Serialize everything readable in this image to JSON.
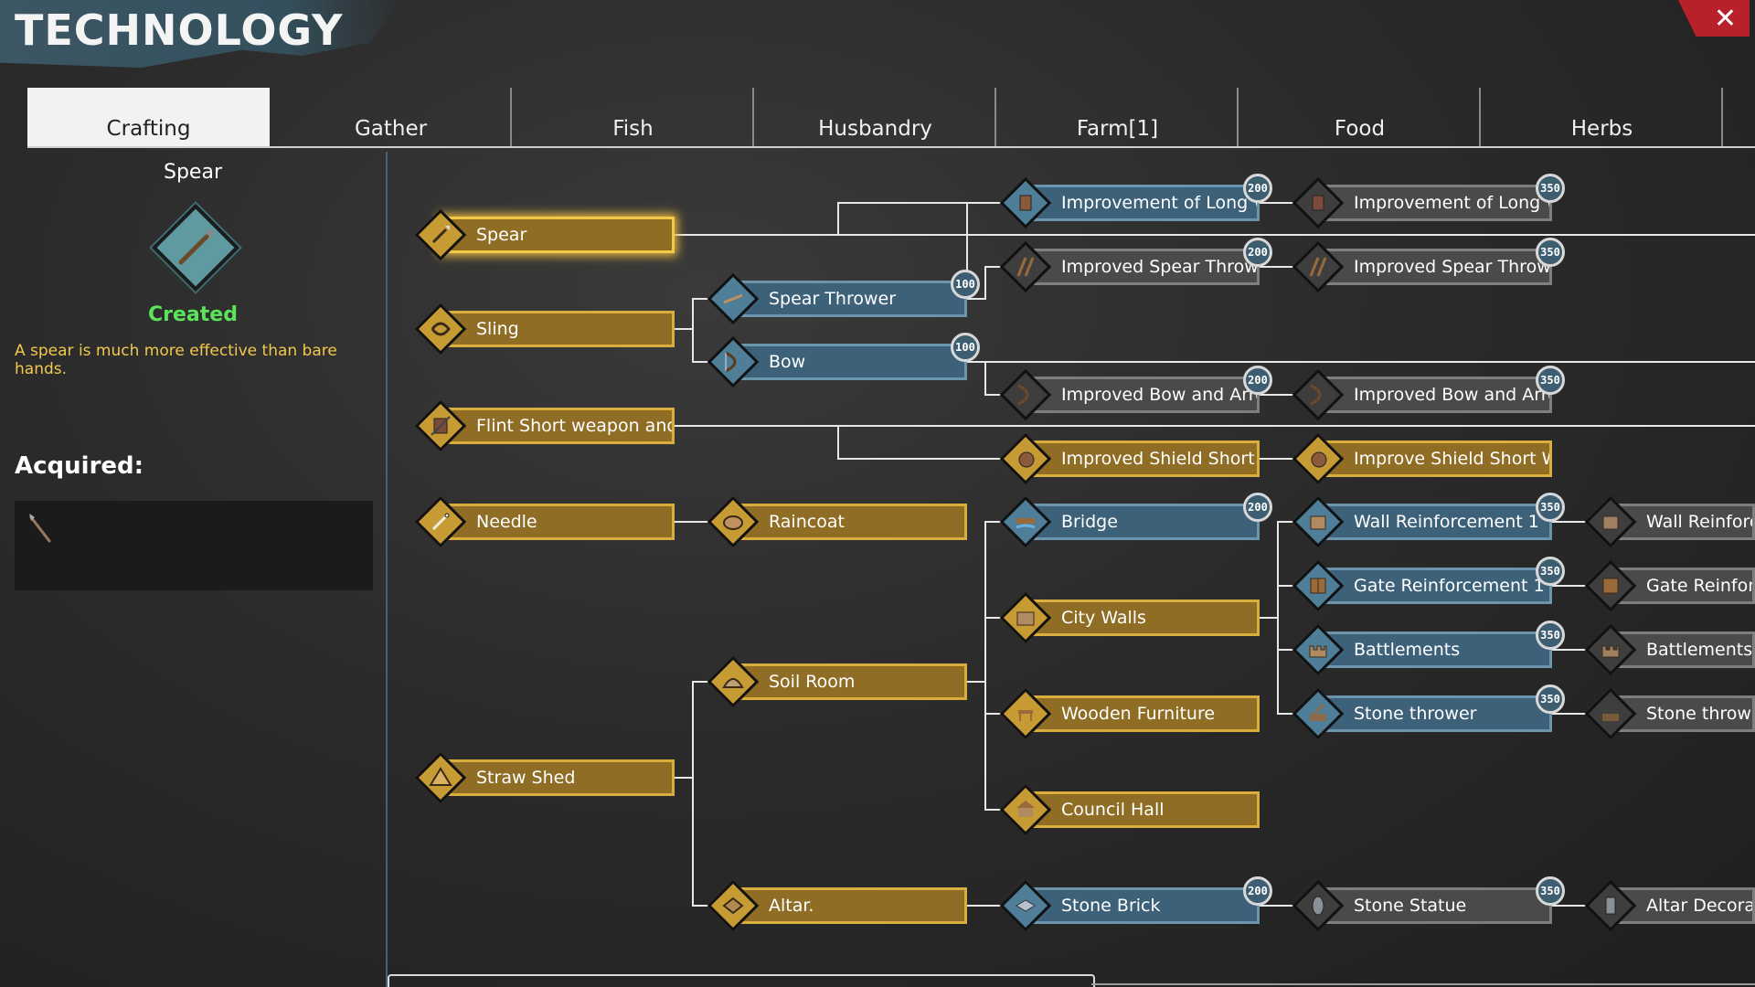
{
  "title": "TECHNOLOGY",
  "close_glyph": "✕",
  "tabs": [
    {
      "label": "Crafting",
      "active": true
    },
    {
      "label": "Gather"
    },
    {
      "label": "Fish"
    },
    {
      "label": "Husbandry"
    },
    {
      "label": "Farm[1]"
    },
    {
      "label": "Food"
    },
    {
      "label": "Herbs"
    }
  ],
  "selected": {
    "name": "Spear",
    "icon": "spear-icon",
    "status": "Created",
    "description": "A spear is much more effective than bare hands."
  },
  "acquired": {
    "label": "Acquired:",
    "items": [
      {
        "icon": "spear-icon"
      }
    ]
  },
  "colors": {
    "gold": "#8f6d25",
    "blue": "#3c6179",
    "grey": "#4a4a4a",
    "created": "#5be35b",
    "desc": "#f2c84b"
  },
  "nodes": [
    {
      "id": "spear",
      "label": "Spear",
      "state": "gold",
      "selected": true,
      "icon": "spear-icon"
    },
    {
      "id": "sling",
      "label": "Sling",
      "state": "gold",
      "icon": "sling-icon"
    },
    {
      "id": "flint",
      "label": "Flint Short weapon and Sh",
      "state": "gold",
      "icon": "flint-weapon-icon"
    },
    {
      "id": "needle",
      "label": "Needle",
      "state": "gold",
      "icon": "needle-icon"
    },
    {
      "id": "straw",
      "label": "Straw Shed",
      "state": "gold",
      "icon": "straw-shed-icon"
    },
    {
      "id": "spearthrower",
      "label": "Spear Thrower",
      "state": "blue",
      "cost": "100",
      "icon": "spear-thrower-icon"
    },
    {
      "id": "bow",
      "label": "Bow",
      "state": "blue",
      "cost": "100",
      "icon": "bow-icon"
    },
    {
      "id": "raincoat",
      "label": "Raincoat",
      "state": "gold",
      "icon": "raincoat-icon"
    },
    {
      "id": "soil",
      "label": "Soil Room",
      "state": "gold",
      "icon": "soil-room-icon"
    },
    {
      "id": "altar",
      "label": "Altar.",
      "state": "gold",
      "icon": "altar-icon"
    },
    {
      "id": "ilw1",
      "label": "Improvement of Long We",
      "state": "blue",
      "cost": "200",
      "icon": "long-weapon-icon"
    },
    {
      "id": "ist1",
      "label": "Improved Spear Thrower",
      "state": "grey",
      "cost": "200",
      "icon": "spear-thrower-icon"
    },
    {
      "id": "iba1",
      "label": "Improved Bow and Arrow",
      "state": "grey",
      "cost": "200",
      "icon": "bow-icon"
    },
    {
      "id": "isw1",
      "label": "Improved Shield Short We",
      "state": "gold",
      "icon": "shield-icon"
    },
    {
      "id": "bridge",
      "label": "Bridge",
      "state": "blue",
      "cost": "200",
      "icon": "bridge-icon"
    },
    {
      "id": "citywalls",
      "label": "City Walls",
      "state": "gold",
      "icon": "city-walls-icon"
    },
    {
      "id": "furniture",
      "label": "Wooden Furniture",
      "state": "gold",
      "icon": "furniture-icon"
    },
    {
      "id": "council",
      "label": "Council Hall",
      "state": "gold",
      "icon": "council-hall-icon"
    },
    {
      "id": "stonebrick",
      "label": "Stone Brick",
      "state": "blue",
      "cost": "200",
      "icon": "stone-brick-icon"
    },
    {
      "id": "ilw2",
      "label": "Improvement of Long We",
      "state": "grey",
      "cost": "350",
      "icon": "long-weapon-icon"
    },
    {
      "id": "ist2",
      "label": "Improved Spear Thrower",
      "state": "grey",
      "cost": "350",
      "icon": "spear-thrower-icon"
    },
    {
      "id": "iba2",
      "label": "Improved Bow and Arrow",
      "state": "grey",
      "cost": "350",
      "icon": "bow-icon"
    },
    {
      "id": "isw2",
      "label": "Improve Shield Short Wea",
      "state": "gold",
      "icon": "shield-icon"
    },
    {
      "id": "wall1",
      "label": "Wall Reinforcement 1",
      "state": "blue",
      "cost": "350",
      "icon": "wall-icon"
    },
    {
      "id": "gate1",
      "label": "Gate Reinforcement 1",
      "state": "blue",
      "cost": "350",
      "icon": "gate-icon"
    },
    {
      "id": "battle1",
      "label": "Battlements",
      "state": "blue",
      "cost": "350",
      "icon": "battlements-icon"
    },
    {
      "id": "stonethrow1",
      "label": "Stone thrower",
      "state": "blue",
      "cost": "350",
      "icon": "catapult-icon"
    },
    {
      "id": "statue",
      "label": "Stone Statue",
      "state": "grey",
      "cost": "350",
      "icon": "statue-icon"
    },
    {
      "id": "wall2",
      "label": "Wall Reinforce",
      "state": "grey",
      "icon": "wall-icon"
    },
    {
      "id": "gate2",
      "label": "Gate Reinforce",
      "state": "grey",
      "icon": "gate-icon"
    },
    {
      "id": "battle2",
      "label": "Battlements Re",
      "state": "grey",
      "icon": "battlements-icon"
    },
    {
      "id": "stonethrow2",
      "label": "Stone thrower",
      "state": "grey",
      "icon": "catapult-icon"
    },
    {
      "id": "altardeco",
      "label": "Altar Decoratio",
      "state": "grey",
      "icon": "altar-deco-icon"
    }
  ]
}
